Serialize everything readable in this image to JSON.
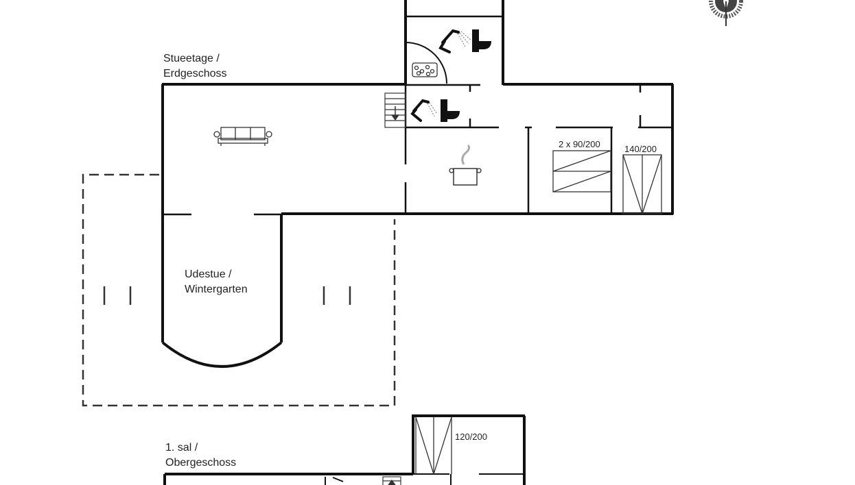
{
  "floors": [
    {
      "id": "ground",
      "label_line1": "Stueetage /",
      "label_line2": "Erdgeschoss"
    },
    {
      "id": "upper",
      "label_line1": "1. sal /",
      "label_line2": "Obergeschoss"
    }
  ],
  "rooms": {
    "conservatory": {
      "label_line1": "Udestue /",
      "label_line2": "Wintergarten"
    }
  },
  "beds": {
    "twin": "2 x 90/200",
    "double": "140/200",
    "upper": "120/200"
  },
  "icons": [
    "compass-rose-icon",
    "shower-icon",
    "toilet-icon",
    "whirlpool-icon",
    "stairs-icon",
    "sofa-icon",
    "cooking-pot-icon",
    "bed-icon"
  ],
  "colors": {
    "wall": "#111111",
    "text": "#222222",
    "background": "#ffffff"
  }
}
